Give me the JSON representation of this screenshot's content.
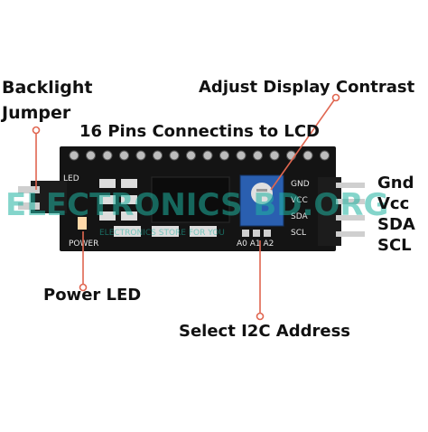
{
  "labels": {
    "backlight": "Backlight",
    "jumper": "Jumper",
    "contrast": "Adjust Display Contrast",
    "pins": "16 Pins Connectins to LCD",
    "gnd": "Gnd",
    "vcc": "Vcc",
    "sda": "SDA",
    "scl": "SCL",
    "power_led": "Power LED",
    "select_addr": "Select I2C Address"
  },
  "board": {
    "pin_gnd": "GND",
    "pin_vcc": "VCC",
    "pin_sda": "SDA",
    "pin_scl": "SCL",
    "led": "LED",
    "power": "POWER",
    "addr": "A0 A1 A2"
  },
  "watermark": {
    "main": "ELECTRONICS BD.ORG",
    "sub": "ELECTRONICS STORE FOR YOU"
  },
  "colors": {
    "board": "#141414",
    "pointer": "#e06650",
    "pot": "#2a5fb0",
    "watermark": "#1fb3a0"
  }
}
